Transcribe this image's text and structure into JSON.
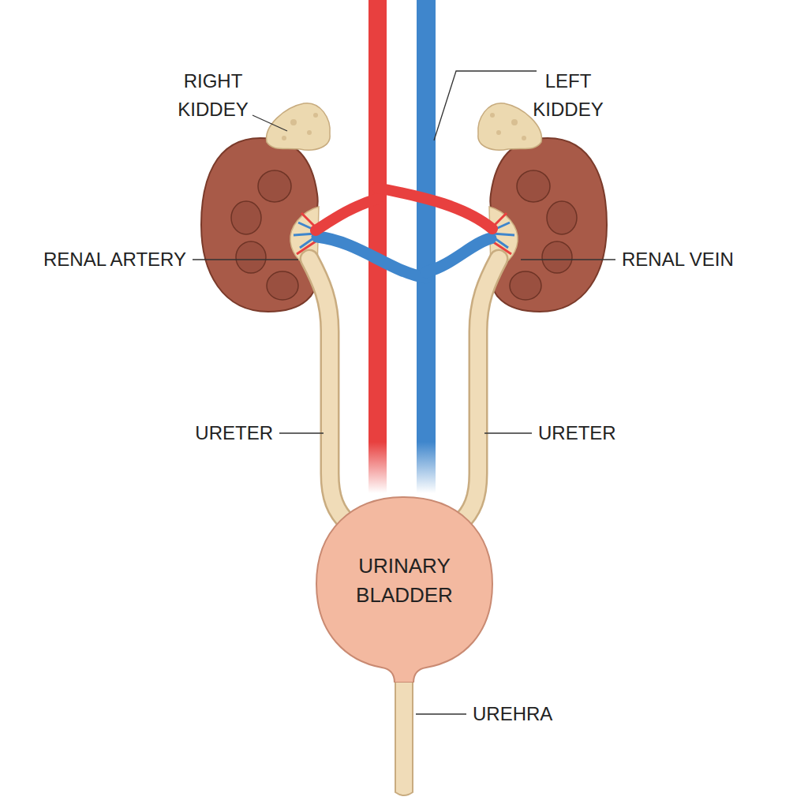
{
  "diagram": {
    "nodes": [
      {
        "text": [
          "URINARY BLADDER"
        ]
      }
    ],
    "labels": [
      "RIGHT KIDDEY",
      "LEFT KIDDEY",
      "RENAL ARTERY",
      "RENAL VEIN",
      "URETER",
      "URETER",
      "UREHRA"
    ]
  }
}
